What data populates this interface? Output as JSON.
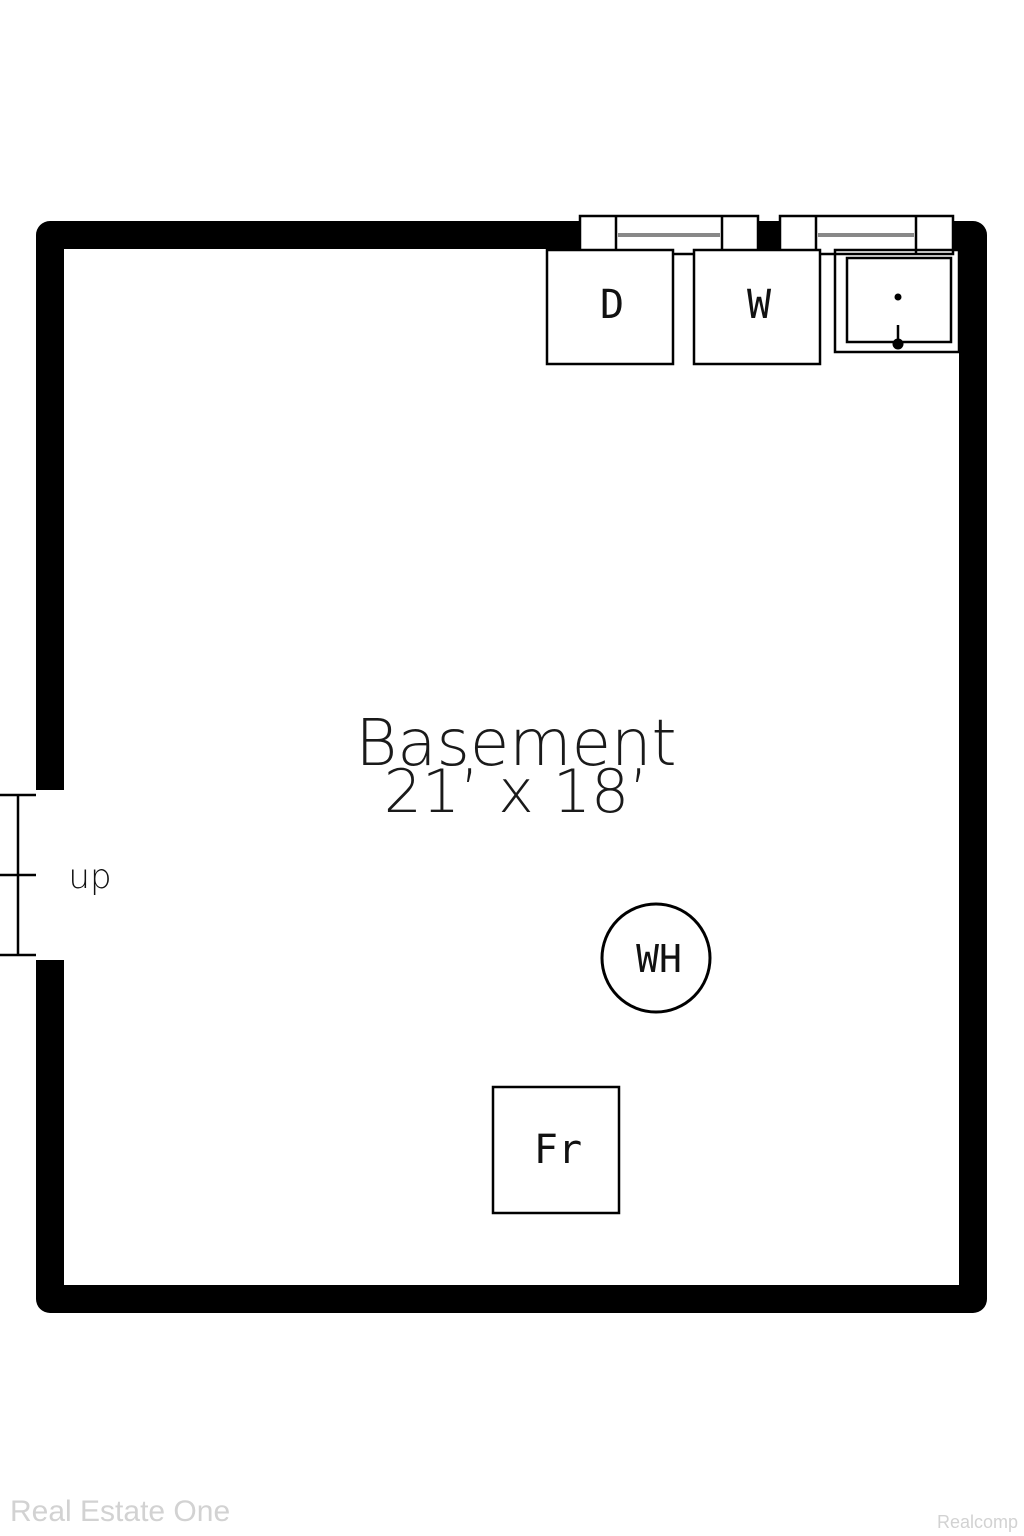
{
  "room": {
    "name": "Basement",
    "dimensions": "21’ x 18’"
  },
  "stairs": {
    "label": "up"
  },
  "fixtures": {
    "dryer": "D",
    "washer": "W",
    "water_heater": "WH",
    "furnace": "Fr"
  },
  "watermarks": {
    "left": "Real Estate One",
    "right": "Realcomp"
  },
  "colors": {
    "wall": "#000000",
    "line": "#000000",
    "window_glass": "#888888",
    "watermark": "#d2d2d2"
  }
}
